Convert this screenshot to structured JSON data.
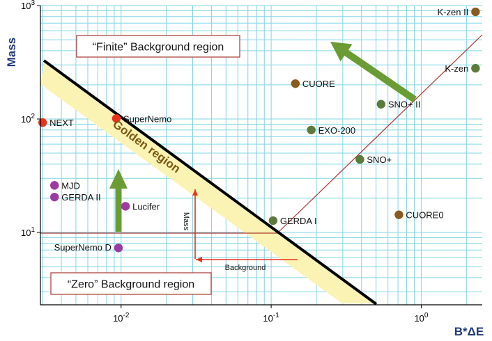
{
  "chart_data": {
    "type": "scatter",
    "xlabel": "B*ΔE",
    "ylabel": "Mass",
    "xscale": "log",
    "yscale": "log",
    "xlim": [
      0.0029,
      2.55
    ],
    "ylim": [
      2.3,
      1000
    ],
    "grid": true,
    "x_ticks": [
      {
        "base": "10",
        "exp": "-2"
      },
      {
        "base": "10",
        "exp": "-1"
      },
      {
        "base": "10",
        "exp": "0"
      }
    ],
    "y_ticks": [
      {
        "base": "10",
        "exp": "1"
      },
      {
        "base": "10",
        "exp": "2"
      },
      {
        "base": "10",
        "exp": "3"
      }
    ],
    "points": [
      {
        "name": "NEXT",
        "x": 0.003,
        "y": 93,
        "color": "#e8321c"
      },
      {
        "name": "SuperNemo",
        "x": 0.0093,
        "y": 101,
        "color": "#e8321c"
      },
      {
        "name": "MJD",
        "x": 0.0036,
        "y": 26,
        "color": "#9c3aa3"
      },
      {
        "name": "GERDA II",
        "x": 0.0036,
        "y": 20.5,
        "color": "#9c3aa3"
      },
      {
        "name": "Lucifer",
        "x": 0.0107,
        "y": 17,
        "color": "#9c3aa3"
      },
      {
        "name": "SuperNemo D",
        "x": 0.0096,
        "y": 7.3,
        "color": "#9c3aa3"
      },
      {
        "name": "CUORE",
        "x": 0.145,
        "y": 205,
        "color": "#8a5a1e"
      },
      {
        "name": "K-zen II",
        "x": 2.3,
        "y": 880,
        "color": "#8a5a1e"
      },
      {
        "name": "CUORE0",
        "x": 0.71,
        "y": 14.3,
        "color": "#8a5a1e"
      },
      {
        "name": "K-zen",
        "x": 2.3,
        "y": 280,
        "color": "#5e7a3a"
      },
      {
        "name": "SNO+ II",
        "x": 0.54,
        "y": 135,
        "color": "#5e7a3a"
      },
      {
        "name": "EXO-200",
        "x": 0.185,
        "y": 80,
        "color": "#5e7a3a"
      },
      {
        "name": "SNO+",
        "x": 0.39,
        "y": 44,
        "color": "#5e7a3a"
      },
      {
        "name": "GERDA I",
        "x": 0.103,
        "y": 12.7,
        "color": "#5e7a3a"
      }
    ],
    "annotations": {
      "finite_region": "“Finite” Background region",
      "zero_region": "“Zero” Background region",
      "golden_region": "Golden region",
      "mass_arrow": "Mass",
      "background_arrow": "Background"
    },
    "colors": {
      "grid": "#7fd6e6",
      "golden_band": "#fbf3b3",
      "boundary": "#000000",
      "guide_lines": "#a8372f",
      "green_arrow": "#6a9c34",
      "red_arrow": "#e8321c",
      "axis_title": "#1f3a78"
    }
  }
}
